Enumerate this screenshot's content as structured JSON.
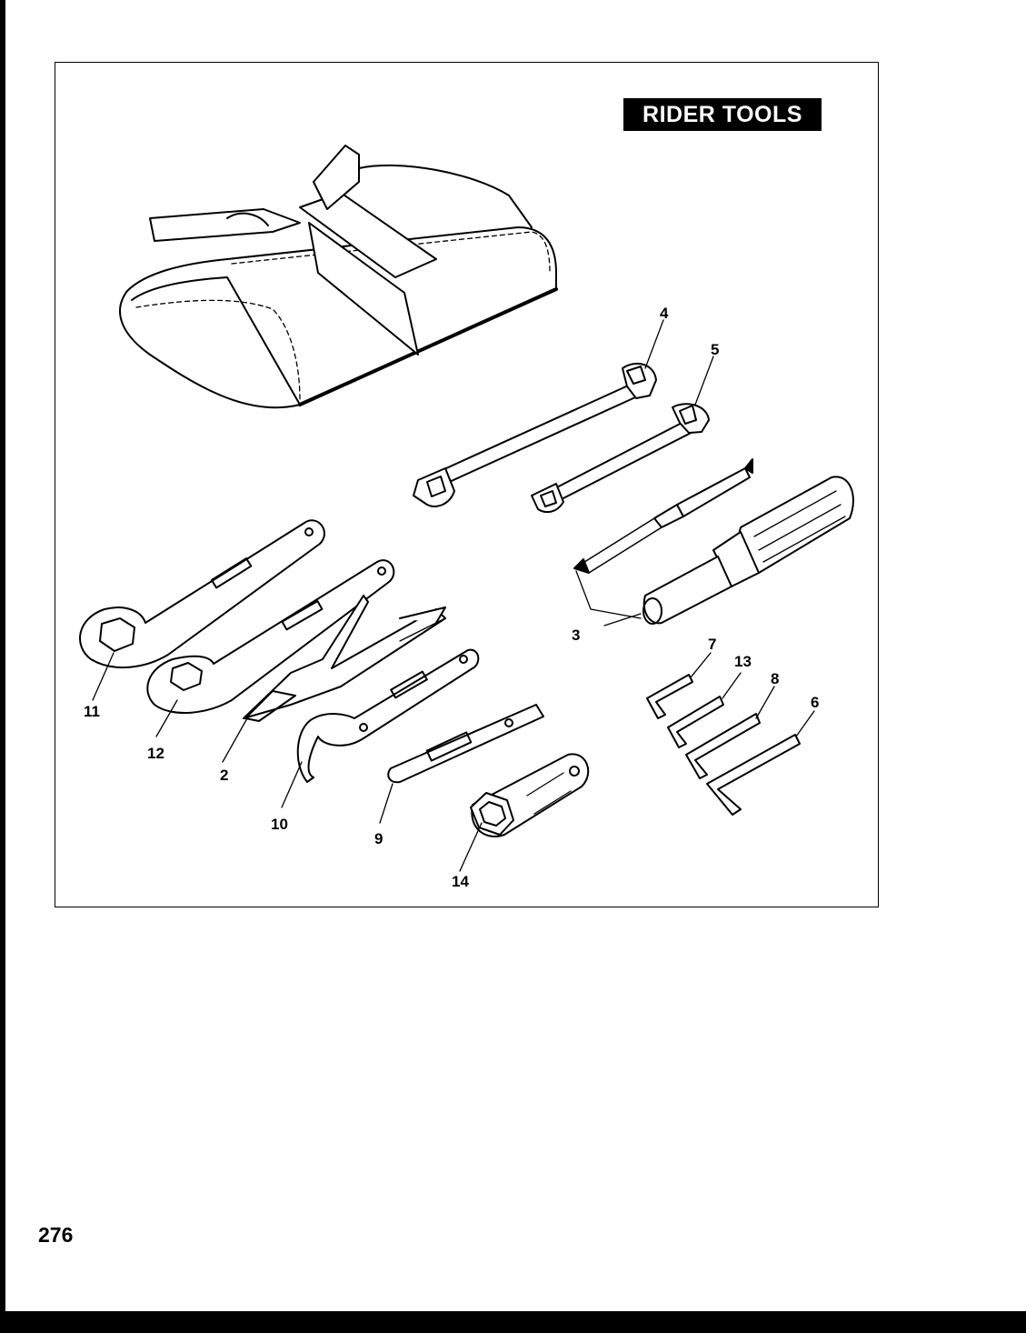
{
  "diagram": {
    "title": "RIDER TOOLS",
    "callouts": [
      "4",
      "5",
      "3",
      "7",
      "13",
      "8",
      "6",
      "11",
      "12",
      "2",
      "10",
      "9",
      "14"
    ]
  },
  "page": {
    "number": "276"
  }
}
